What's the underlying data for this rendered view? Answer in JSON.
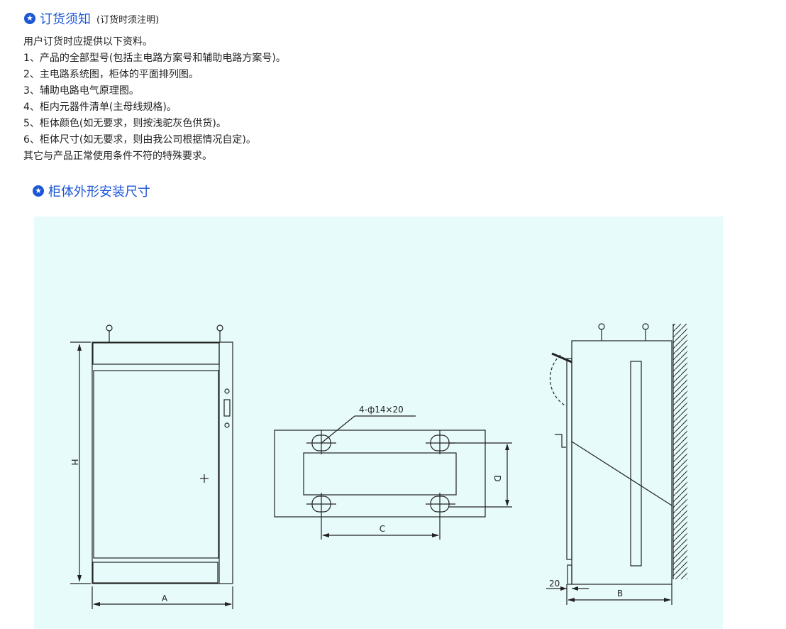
{
  "order_notice": {
    "title": "订货须知",
    "subtitle": "(订货时须注明)",
    "lines": [
      "用户订货时应提供以下资料。",
      "1、产品的全部型号(包括主电路方案号和辅助电路方案号)。",
      "2、主电路系统图，柜体的平面排列图。",
      "3、辅助电路电气原理图。",
      "4、柜内元器件清单(主母线规格)。",
      "5、柜体颜色(如无要求，则按浅驼灰色供货)。",
      "6、柜体尺寸(如无要求，则由我公司根据情况自定)。",
      "其它与产品正常使用条件不符的特殊要求。"
    ]
  },
  "dimensions_section": {
    "title": "柜体外形安装尺寸",
    "labels": {
      "height": "H",
      "width_a": "A",
      "hole_spec": "4-ф14×20",
      "depth_d": "D",
      "spacing_c": "C",
      "offset": "20",
      "depth_b": "B"
    }
  },
  "colors": {
    "accent": "#1a56d6",
    "panel_bg": "#e8fbfb",
    "line": "#222222"
  },
  "icons": {
    "section_marker": "star-circle-icon"
  }
}
